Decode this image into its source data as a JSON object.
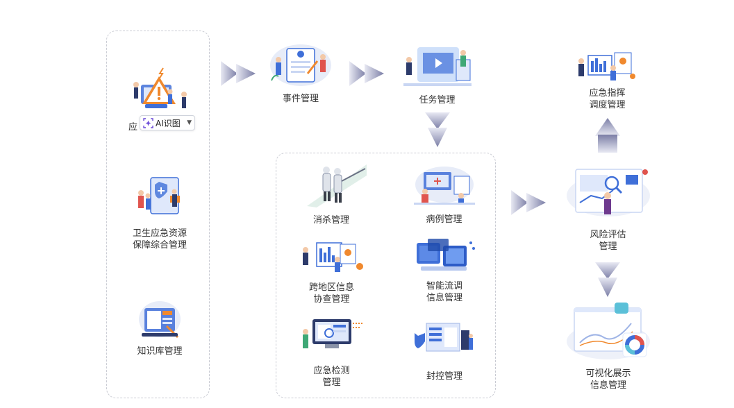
{
  "left_panel": {
    "alert_label_partial": "应",
    "ai_button_label": "AI识图",
    "resources_label": "卫生应急资源\n保障综合管理",
    "knowledge_label": "知识库管理"
  },
  "flow": {
    "event_label": "事件管理",
    "task_label": "任务管理",
    "command_label": "应急指挥\n调度管理",
    "risk_label": "风险评估\n管理",
    "visual_label": "可视化展示\n信息管理"
  },
  "modules": {
    "disinfect": "消杀管理",
    "case": "病例管理",
    "cross_region": "跨地区信息\n协查管理",
    "smart_flow": "智能流调\n信息管理",
    "detection": "应急检测\n管理",
    "lockdown": "封控管理"
  },
  "colors": {
    "accent_blue": "#3f6fd8",
    "arrow_gradient_start": "#e6e8f3",
    "arrow_gradient_end": "#7d80a8",
    "dashed_border": "#c9cbd3",
    "warning_orange": "#f0892e"
  }
}
